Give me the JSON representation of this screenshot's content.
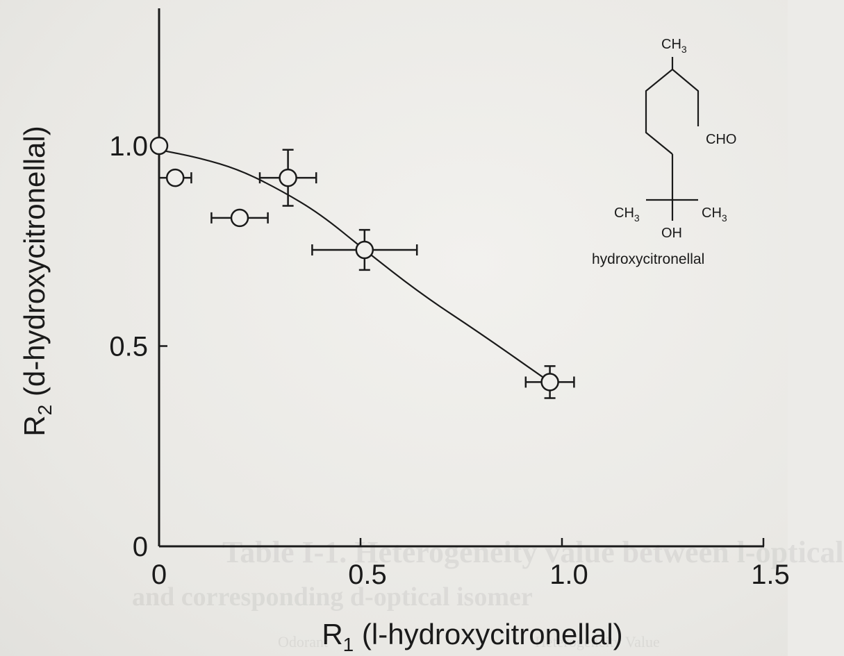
{
  "chart_data": {
    "type": "scatter",
    "title": "",
    "xlabel": {
      "main": "R",
      "sub": "1",
      "rest": " (l-hydroxycitronellal)"
    },
    "ylabel": {
      "main": "R",
      "sub": "2",
      "rest": " (d-hydroxycitronellal)"
    },
    "xlim": [
      0,
      1.5
    ],
    "ylim": [
      0,
      1.25
    ],
    "x_ticks": [
      {
        "value": 0,
        "label": "0"
      },
      {
        "value": 0.5,
        "label": "0.5"
      },
      {
        "value": 1.0,
        "label": "1.0"
      },
      {
        "value": 1.5,
        "label": "1.5"
      }
    ],
    "y_ticks": [
      {
        "value": 0,
        "label": "0"
      },
      {
        "value": 0.5,
        "label": "0.5"
      },
      {
        "value": 1.0,
        "label": "1.0"
      }
    ],
    "grid": false,
    "legend": "none",
    "points": [
      {
        "x": 0.0,
        "y": 1.0,
        "xerr": 0,
        "yerr": 0
      },
      {
        "x": 0.04,
        "y": 0.92,
        "xerr": 0.04,
        "yerr": 0
      },
      {
        "x": 0.2,
        "y": 0.82,
        "xerr": 0.07,
        "yerr": 0
      },
      {
        "x": 0.32,
        "y": 0.92,
        "xerr": 0.07,
        "yerr": 0.07
      },
      {
        "x": 0.51,
        "y": 0.74,
        "xerr": 0.13,
        "yerr": 0.05
      },
      {
        "x": 0.97,
        "y": 0.41,
        "xerr": 0.06,
        "yerr": 0.04
      }
    ],
    "fit_curve": [
      [
        0.0,
        0.99
      ],
      [
        0.1,
        0.97
      ],
      [
        0.2,
        0.94
      ],
      [
        0.3,
        0.89
      ],
      [
        0.4,
        0.83
      ],
      [
        0.51,
        0.74
      ],
      [
        0.65,
        0.63
      ],
      [
        0.8,
        0.53
      ],
      [
        0.97,
        0.41
      ]
    ],
    "annotation": {
      "name": "hydroxycitronellal",
      "structure_labels": {
        "top": {
          "main": "CH",
          "sub": "3"
        },
        "aldehyde": "CHO",
        "left_methyl": {
          "main": "CH",
          "sub": "3"
        },
        "right_methyl": {
          "main": "CH",
          "sub": "3"
        },
        "hydroxyl": "OH"
      }
    }
  },
  "background_bleed": {
    "heading": "Table I-1. Heterogeneity value between l-optical",
    "subheading": "and corresponding d-optical isomer",
    "col1": "Odorant",
    "col2": "Heterogeneity Value"
  }
}
